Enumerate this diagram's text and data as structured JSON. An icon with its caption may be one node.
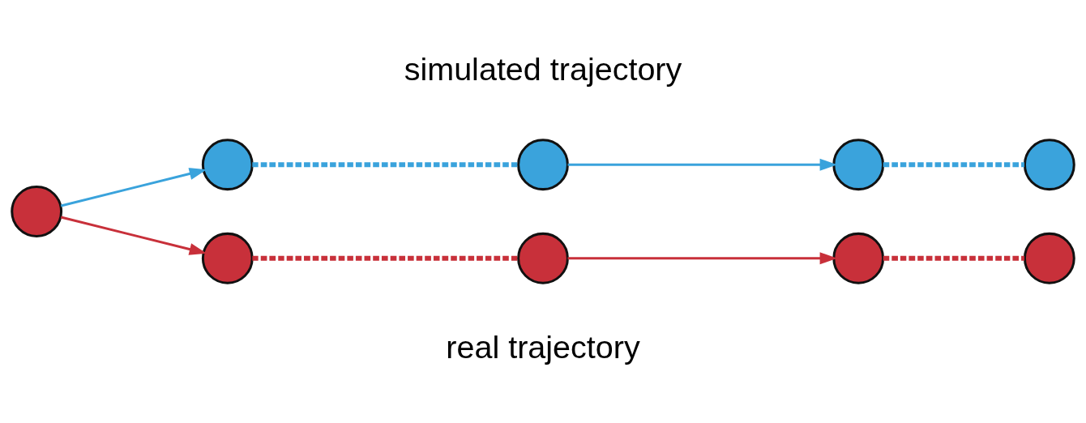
{
  "diagram": {
    "nodes": [
      {
        "text": [],
        "shape": "circle"
      },
      {
        "text": [],
        "shape": "circle"
      },
      {
        "text": [],
        "shape": "circle"
      },
      {
        "text": [],
        "shape": "circle"
      },
      {
        "text": [],
        "shape": "circle"
      },
      {
        "text": [],
        "shape": "circle"
      },
      {
        "text": [],
        "shape": "circle"
      },
      {
        "text": [],
        "shape": "circle"
      },
      {
        "text": [],
        "shape": "circle"
      }
    ],
    "edges": [
      {
        "from": 0,
        "to": 1,
        "arrow": "to",
        "color": "#3aa3dc"
      },
      {
        "from": 0,
        "to": 2,
        "arrow": "to",
        "color": "#c8303a"
      },
      {
        "from": 1,
        "to": 3,
        "arrow": "none",
        "style": "dashed",
        "color": "#3aa3dc"
      },
      {
        "from": 2,
        "to": 4,
        "arrow": "none",
        "style": "dashed",
        "color": "#c8303a"
      },
      {
        "from": 3,
        "to": 5,
        "arrow": "to",
        "color": "#3aa3dc"
      },
      {
        "from": 4,
        "to": 6,
        "arrow": "to",
        "color": "#c8303a"
      },
      {
        "from": 5,
        "to": 7,
        "arrow": "none",
        "style": "dashed",
        "color": "#3aa3dc"
      },
      {
        "from": 6,
        "to": 8,
        "arrow": "none",
        "style": "dashed",
        "color": "#c8303a"
      }
    ],
    "labels": [
      "simulated trajectory",
      "real trajectory"
    ]
  }
}
